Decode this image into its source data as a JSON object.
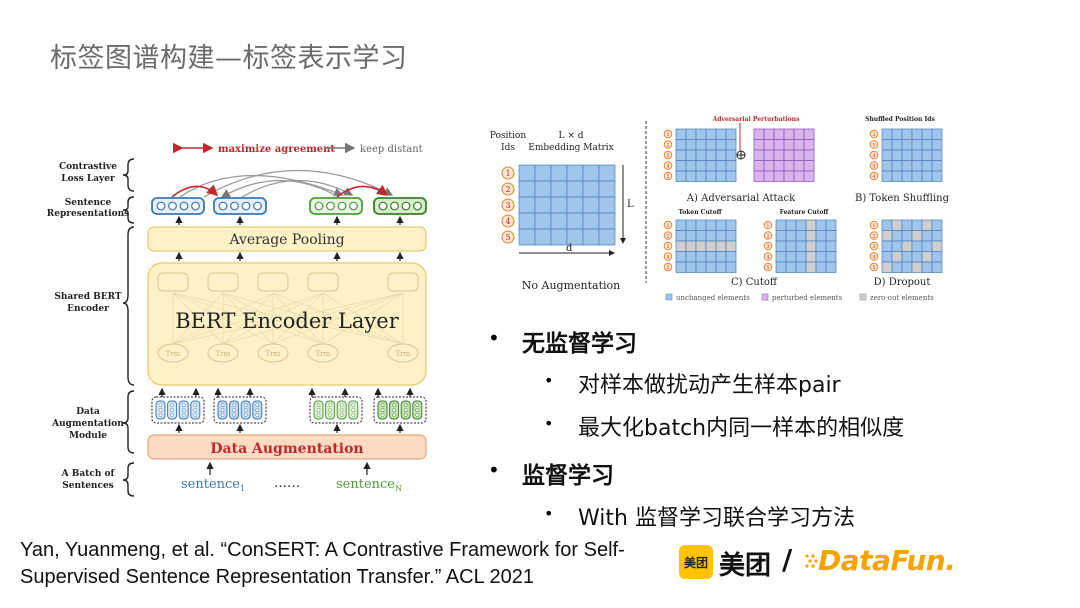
{
  "slide": {
    "title": "标签图谱构建—标签表示学习"
  },
  "consert_diagram": {
    "legend_maximize": "maximize agreement",
    "legend_keep": "keep distant",
    "left_labels": {
      "contrastive_line1": "Contrastive",
      "contrastive_line2": "Loss Layer",
      "sentence_line1": "Sentence",
      "sentence_line2": "Representations",
      "shared_line1": "Shared BERT",
      "shared_line2": "Encoder",
      "data_line1": "Data",
      "data_line2": "Augmentation",
      "data_line3": "Module",
      "batch_line1": "A Batch of",
      "batch_line2": "Sentences"
    },
    "avg_pooling": "Average Pooling",
    "encoder_layer": "BERT Encoder Layer",
    "trm": "Trm",
    "data_augmentation": "Data Augmentation",
    "sentence_1": "sentence",
    "sentence_1_sub": "1",
    "ellipsis": "……",
    "sentence_n": "sentence",
    "sentence_n_sub": "N"
  },
  "augmentation_diagram": {
    "position_ids_line1": "Position",
    "position_ids_line2": "Ids",
    "matrix_line1": "L × d",
    "matrix_line2": "Embedding Matrix",
    "dim_L": "L",
    "dim_d": "d",
    "no_augmentation": "No Augmentation",
    "adversarial_perturbations": "Adversarial Perturbations",
    "adversarial_attack": "A) Adversarial Attack",
    "shuffled_position_ids": "Shuffled Position Ids",
    "token_shuffling": "B) Token Shuffling",
    "token_cutoff": "Token Cutoff",
    "feature_cutoff": "Feature Cutoff",
    "cutoff": "C) Cutoff",
    "dropout": "D) Dropout",
    "legend_unchanged": "unchanged elements",
    "legend_perturbed": "perturbed elements",
    "legend_zero": "zero-out elements",
    "ids": [
      "1",
      "2",
      "3",
      "4",
      "5"
    ],
    "shuffled_ids": [
      "2",
      "1",
      "3",
      "5",
      "4"
    ],
    "colors": {
      "unchanged": "#9fc5ea",
      "perturbed": "#d9b3ec",
      "zero": "#cfcfcf",
      "orange": "#e8822a"
    }
  },
  "bullets": {
    "unsupervised": "无监督学习",
    "unsup_item1": "对样本做扰动产生样本pair",
    "unsup_item2": "最大化batch内同一样本的相似度",
    "supervised": "监督学习",
    "sup_item1": "With 监督学习联合学习方法"
  },
  "citation": {
    "line1": "Yan, Yuanmeng, et al. “ConSERT: A Contrastive Framework for Self-",
    "line2": "Supervised Sentence Representation Transfer.” ACL 2021"
  },
  "logos": {
    "meituan_badge": "美团",
    "meituan": "美团",
    "slash": "/",
    "datafun": "DataFun."
  }
}
